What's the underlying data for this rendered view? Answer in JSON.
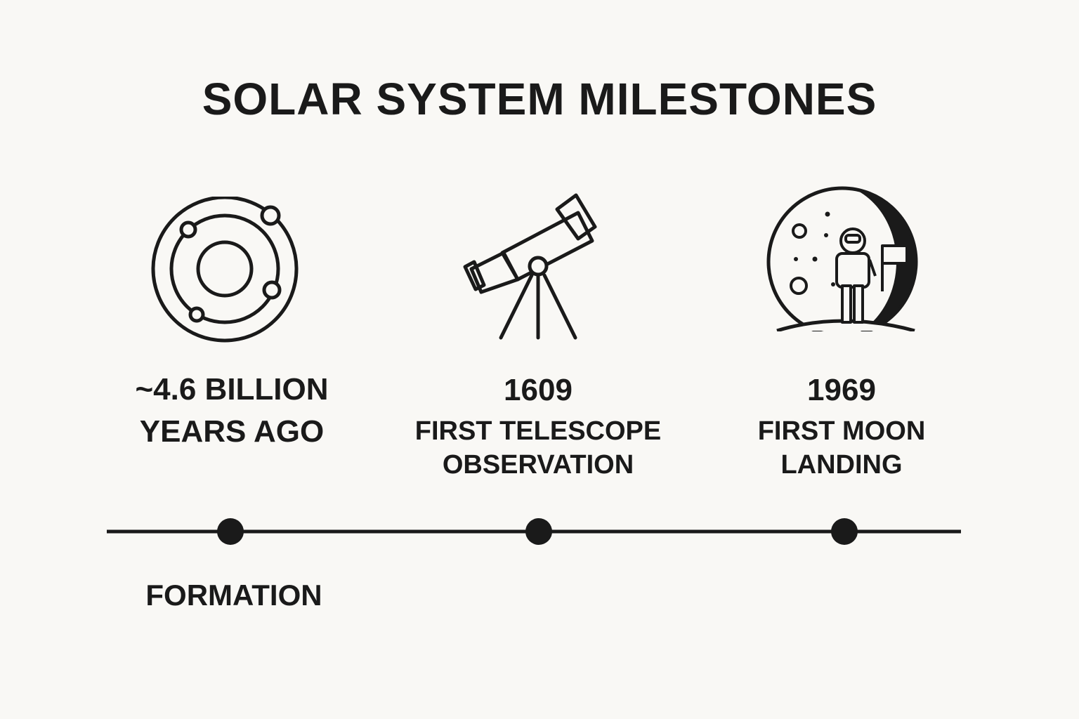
{
  "title": "SOLAR SYSTEM MILESTONES",
  "colors": {
    "background": "#f9f8f5",
    "ink": "#1a1a1a"
  },
  "milestones": [
    {
      "icon": "solar-system-icon",
      "line1": "~4.6 BILLION",
      "line2": "YEARS AGO",
      "below_label": "FORMATION"
    },
    {
      "icon": "telescope-icon",
      "year": "1609",
      "event_line1": "FIRST TELESCOPE",
      "event_line2": "OBSERVATION"
    },
    {
      "icon": "moon-astronaut-icon",
      "year": "1969",
      "event_line1": "FIRST MOON",
      "event_line2": "LANDING"
    }
  ]
}
